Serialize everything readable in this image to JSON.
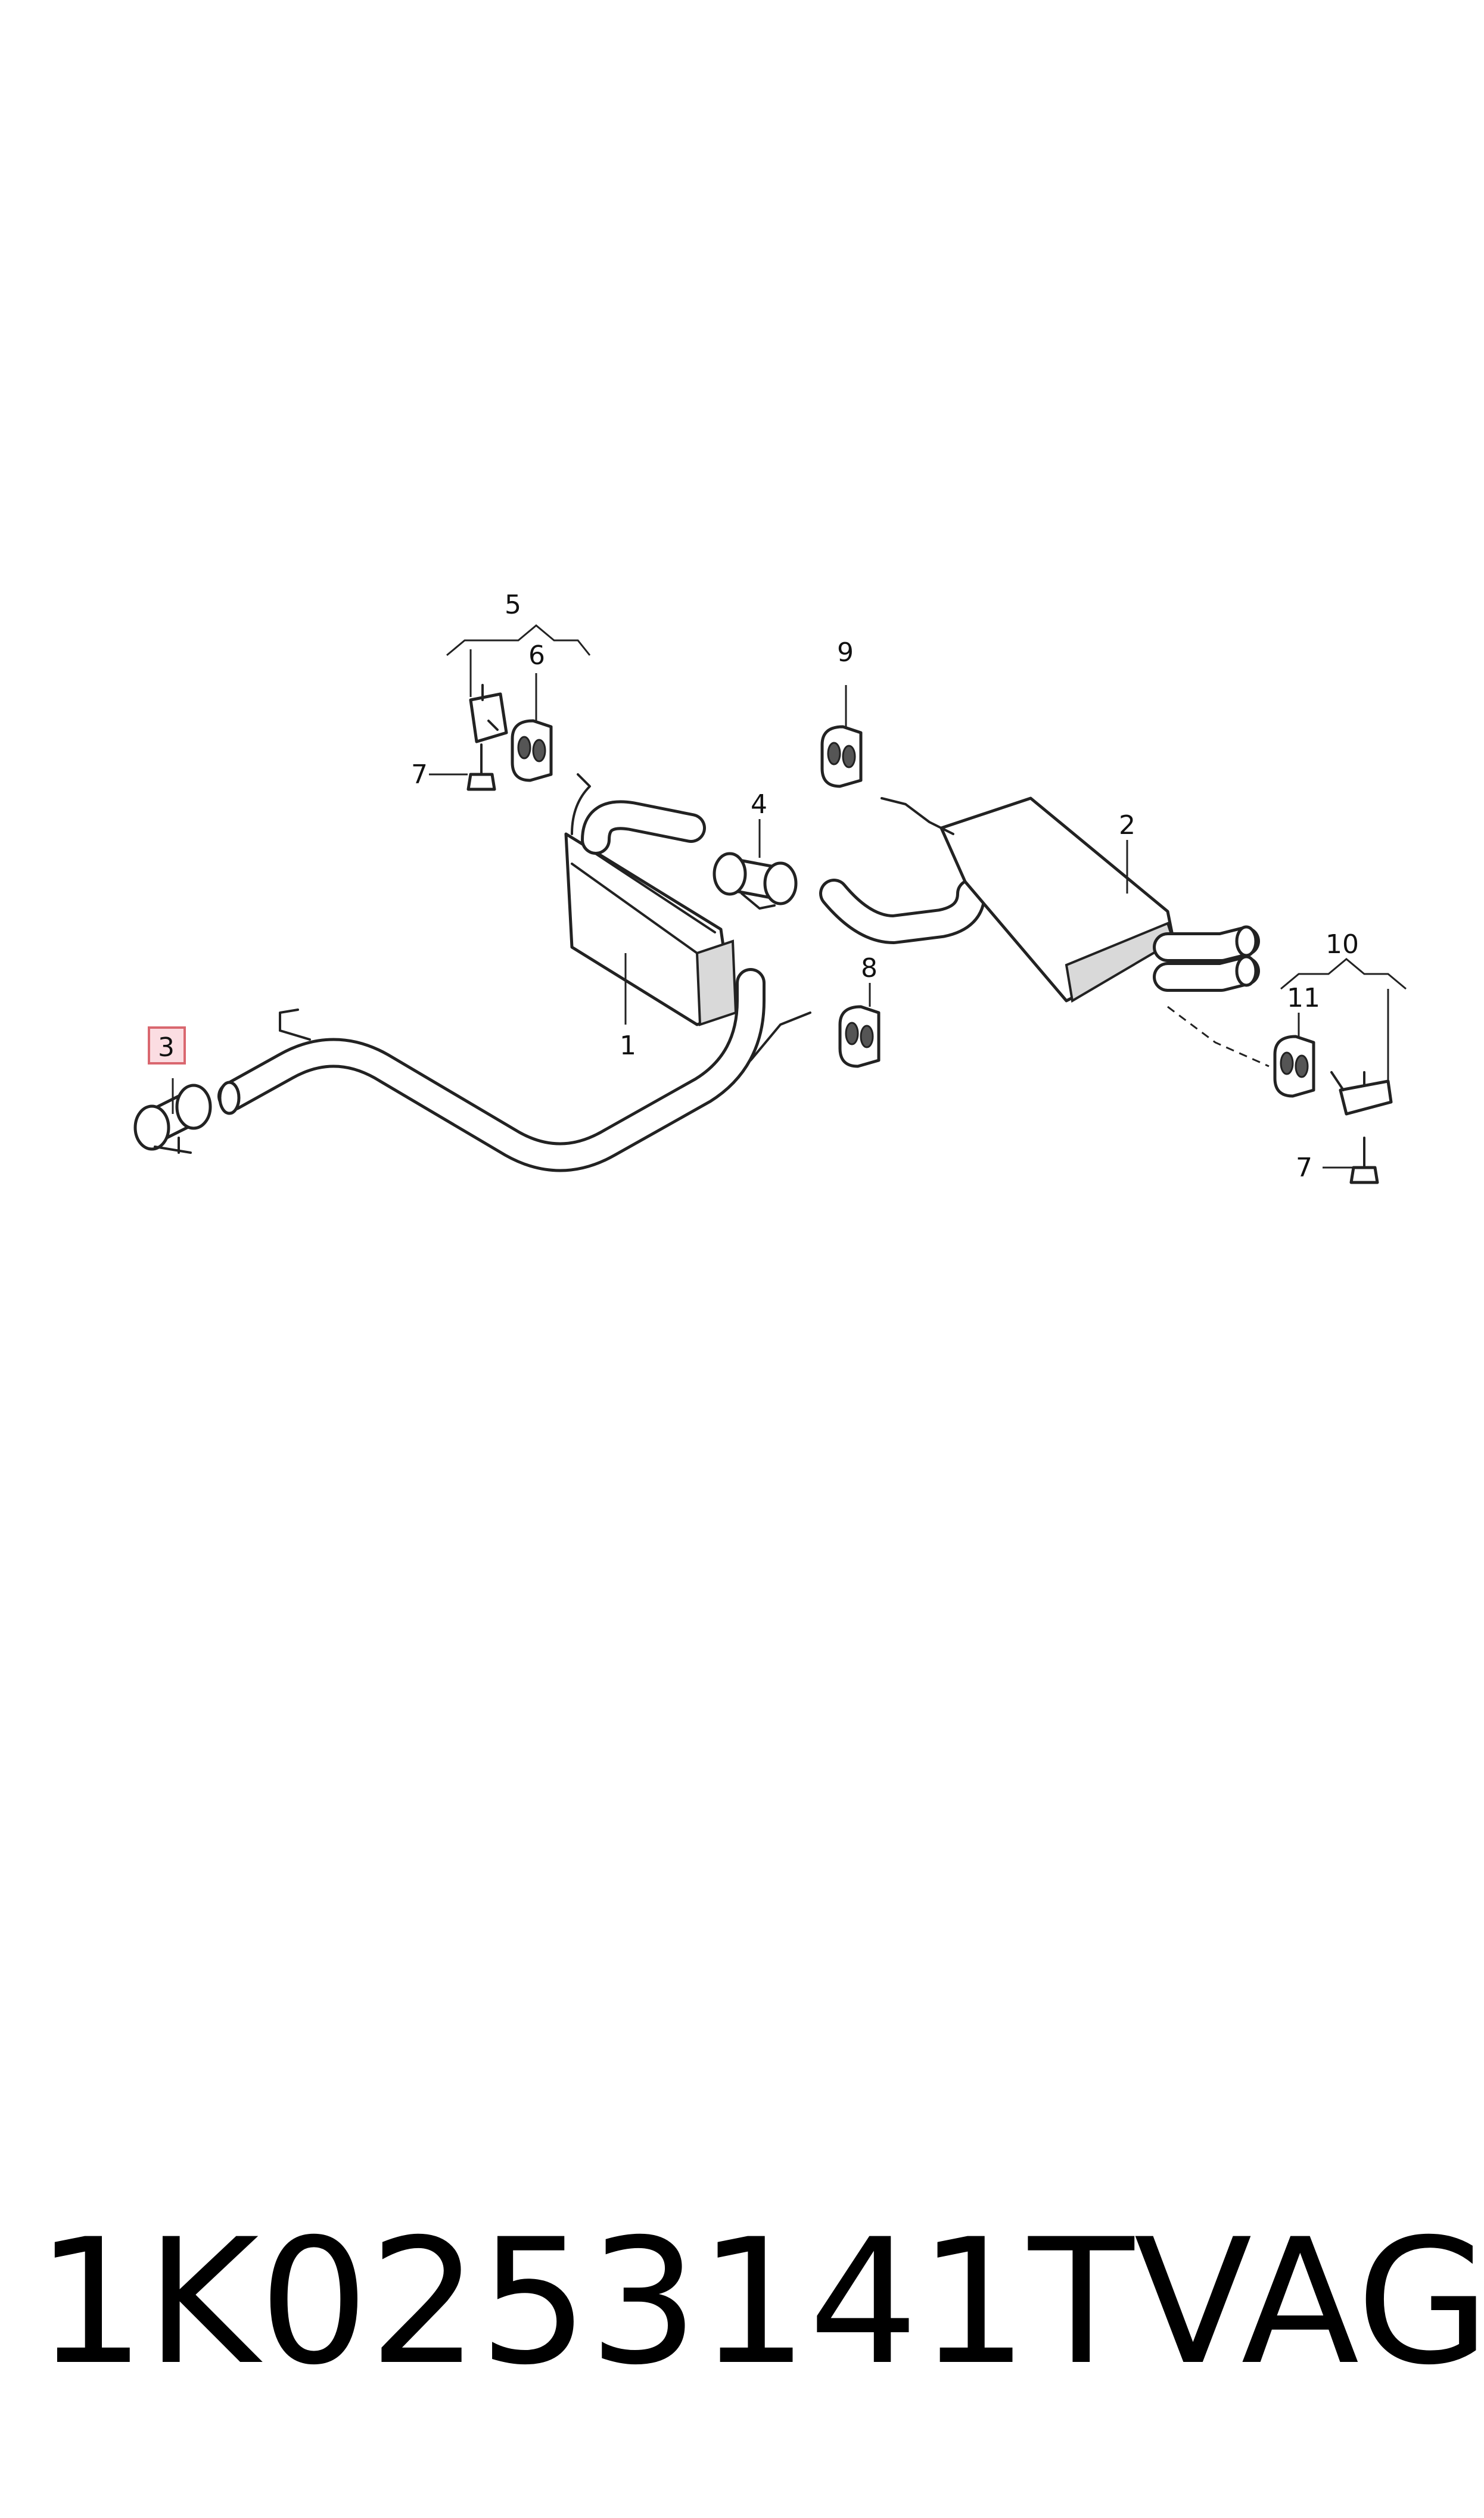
{
  "callouts": {
    "c1": "1",
    "c2": "2",
    "c3": "3",
    "c4": "4",
    "c5": "5",
    "c6": "6",
    "c7a": "7",
    "c7b": "7",
    "c8": "8",
    "c9": "9",
    "c10": "10",
    "c11": "11"
  },
  "highlighted_part": "3",
  "footer": {
    "part_number": "1K0253141T",
    "brand": "VAG"
  },
  "colors": {
    "highlight_fill": "#fbdde2",
    "highlight_stroke": "#d9676f",
    "line": "#222222"
  }
}
